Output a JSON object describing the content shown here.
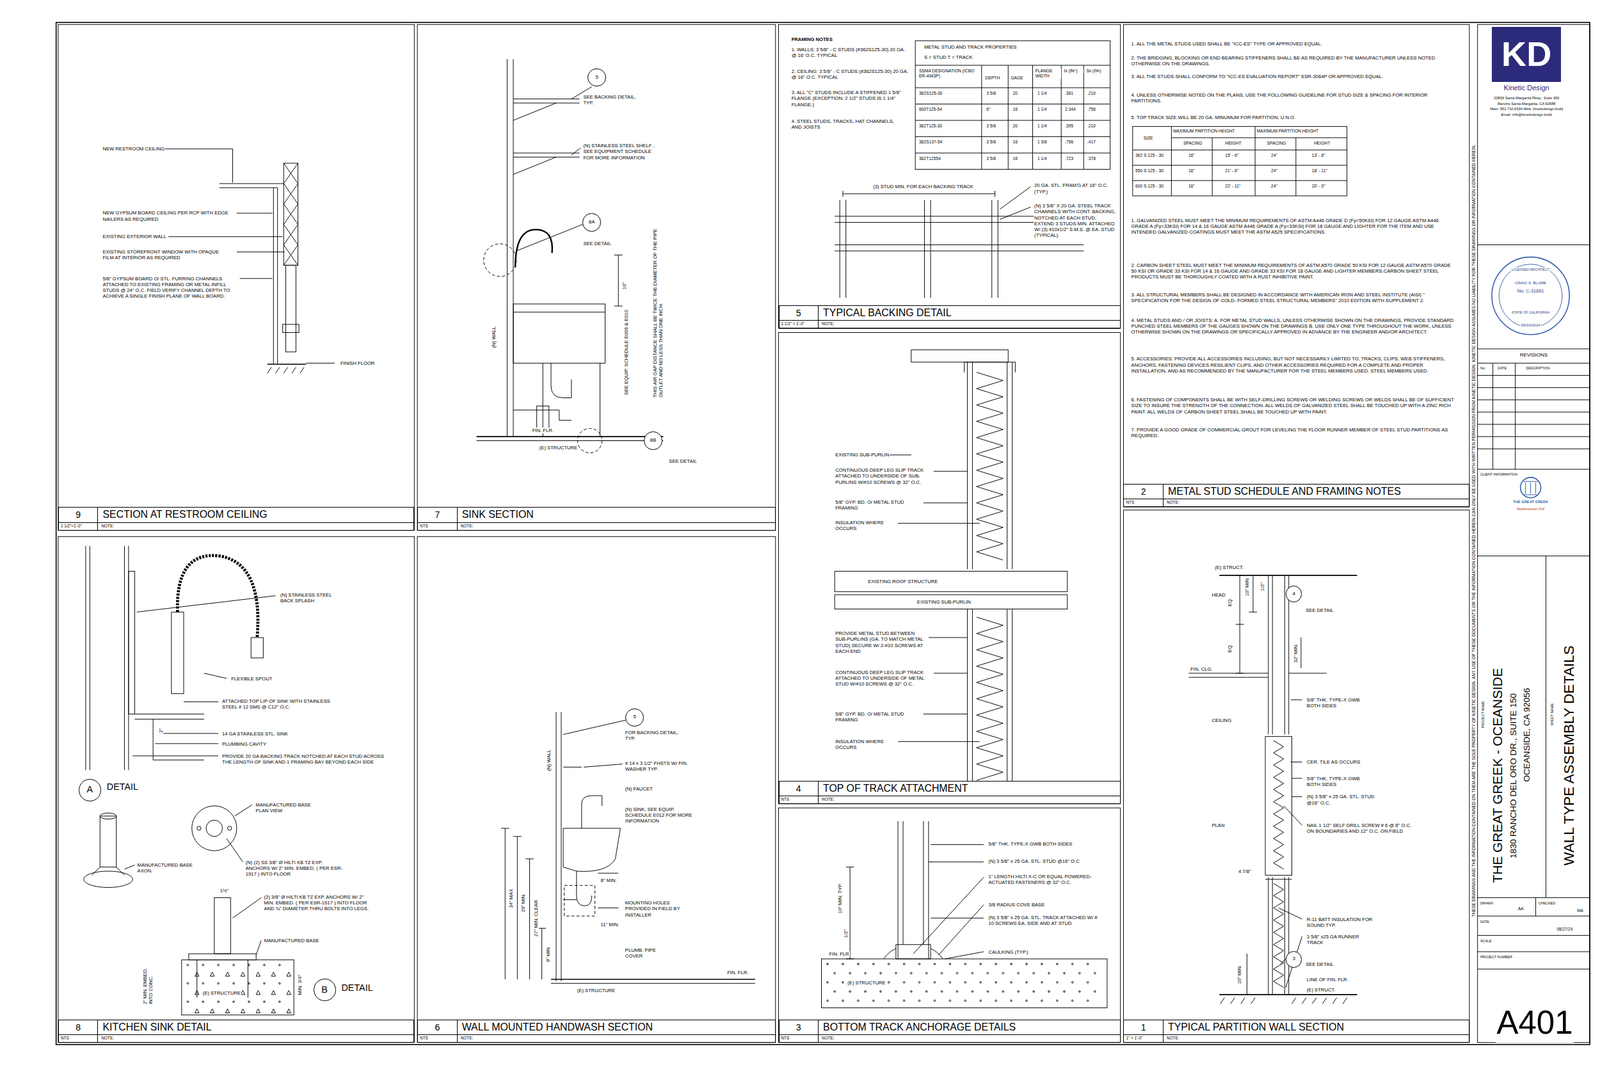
{
  "diagram": {
    "nodes": [
      {
        "text": [
          "9",
          "SECTION AT RESTROOM CEILING",
          "1 1/2\"=1'-0\"",
          "NOTE:"
        ]
      },
      {
        "text": [
          "7",
          "SINK SECTION",
          "NTS",
          "NOTE:"
        ]
      },
      {
        "text": [
          "5",
          "TYPICAL BACKING DETAIL",
          "1 1/2\" = 1'-0\"",
          "NOTE:"
        ]
      },
      {
        "text": [
          "2",
          "METAL STUD SCHEDULE AND FRAMING NOTES",
          "NTS",
          "NOTE:"
        ]
      },
      {
        "text": [
          "4",
          "TOP OF TRACK ATTACHMENT",
          "NTS",
          "NOTE:"
        ]
      },
      {
        "text": [
          "8",
          "KITCHEN SINK DETAIL",
          "NTS",
          "NOTE:"
        ]
      },
      {
        "text": [
          "6",
          "WALL MOUNTED HANDWASH SECTION",
          "NTS",
          "NOTE:"
        ]
      },
      {
        "text": [
          "3",
          "BOTTOM TRACK ANCHORAGE DETAILS",
          "NTS",
          "NOTE:"
        ]
      },
      {
        "text": [
          "1",
          "TYPICAL PARTITION WALL SECTION",
          "1\" = 1'-0\"",
          "NOTE:"
        ]
      },
      {
        "text": [
          "5"
        ]
      },
      {
        "text": [
          "8A"
        ]
      },
      {
        "text": [
          "8B"
        ]
      },
      {
        "text": [
          "A"
        ]
      },
      {
        "text": [
          "B"
        ]
      },
      {
        "text": [
          "5"
        ]
      },
      {
        "text": [
          "4"
        ]
      },
      {
        "text": [
          "3"
        ]
      },
      {
        "text": [
          "KD"
        ]
      }
    ],
    "labels": [
      "NEW RESTROOM CEILING",
      "NEW GYPSUM BOARD CEILING PER RCP WITH EDGE NAILERS AS REQUIRED",
      "EXISTING EXTERIOR WALL",
      "EXISTING STOREFRONT WINDOW WITH OPAQUE FILM AT INTERIOR AS REQUIRED",
      "5/8\" GYPSUM BOARD O/ STL. FURRING CHANNELS ATTACHED TO EXISTING FRAMING OR METAL INFILL STUDS @ 24\" O.C. FIELD VERIFY CHANNEL DEPTH TO ACHIEVE A SINGLE FINISH PLANE OF WALL BOARD.",
      "FINISH FLOOR",
      "SEE BACKING DETAIL, TYP.",
      "(N) STAINLESS STEEL SHELF , SEE EQUIPMENT SCHEDULE FOR MORE INFORMATION",
      "SEE DETAIL",
      "(N) WALL",
      "10\"",
      "SEE EQUIP. SCHEDULE E009 & E010",
      "THIS AIR GAP DISTANCE SHALL BE TWICE THE DIAMETER OF THE PIPE OUTLET AND NO LESS THAN ONE INCH.",
      "FIN. FLR.",
      "(E) STRUCTURE",
      "SEE DETAIL",
      "FRAMING NOTES",
      "1. WALLS: 3 5/8\" - C STUDS (#362S125-30) 20 GA. @ 16' O.C. TYPICAL",
      "2. CEILING: 3 5/8\" - C STUDS (#362S125-30) 20 GA. @ 16\" O.C. TYPICAL",
      "3. ALL \"C\" STUDS INCLUDE A STIFFENED 1 5/8\" FLANGE (EXCEPTION: 2 1/2\" STUDS IS 1 1/4\" FLANGE.)",
      "4. STEEL STUDS, TRACKS, HAT CHANNELS, AND JOISTS",
      "METAL STUD AND TRACK PROPERTIES",
      "S = STUD T = TRACK",
      "SSMA DESIGNATION (ICBO ER-4943P)",
      "DEPTH",
      "GAGE",
      "FLANGE WIDTH",
      "Ix (IN⁴)",
      "Sx (IN³)",
      "362S125-30",
      "3 5/8",
      "20",
      "1 1/4",
      ".381",
      ".210",
      "600T125-54",
      "6\"",
      "16",
      "1 1/4",
      "2.344",
      ".756",
      "362T125-30",
      "3 5/8",
      "20",
      "1 1/4",
      ".395",
      ".210",
      "362S137-54",
      "3 5/8",
      "16",
      "1 3/8",
      ".756",
      ".417",
      "362T12554",
      "3 5/8",
      "16",
      "1 1/4",
      ".723",
      ".378",
      "(3) STUD MIN. FOR EACH BACKING TRACK",
      "20 GA. STL. FRAM'G AT 16\" O.C. (TYP.)",
      "(N) 3 5/8\" X 20 GA. STEEL TRACK CHANNELS WITH CONT. BACKING, NOTCHED AT EACH STUD, EXTEND 3 STUDS MIN. ATTACHED W/ (3) #10x1/2\" S.M.S. @ EA. STUD (TYPICAL).",
      "EXISTING SUB-PURLIN",
      "CONTINUOUS DEEP LEG SLIP TRACK ATTACHED TO UNDERSIDE OF SUB-PURLINS W/#10 SCREWS @ 32\" O.C.",
      "5/8\" GYP. BD. O/ METAL STUD FRAMING",
      "INSULATION WHERE OCCURS",
      "EXISTING ROOF STRUCTURE",
      "EXISTING SUB-PURLIN",
      "PROVIDE METAL STUD BETWEEN SUB-PURLINS (GA. TO MATCH METAL STUD) SECURE W/ 2-#10 SCREWS AT EACH END",
      "CONTINUOUS DEEP LEG SLIP TRACK ATTACHED TO UNDERSIDE OF METAL STUD W/#10 SCREWS @ 32\" O.C.",
      "5/8\" GYP. BD. O/ METAL STUD FRAMING",
      "INSULATION WHERE OCCURS",
      "5/8\" THK. TYPE-X GWB BOTH SIDES",
      "(N) 3 5/8\" x 25 GA. STL. STUD @16\" O.C",
      "1\" LENGTH HILTI X-C OR EQUAL POWERED-ACTUATED FASTENERS @ 32\" O.C.",
      "3/8 RADIUS COVE BASE",
      "(N) 3 5/8\" x 25 GA. STL. TRACK ATTACHED W/ # 10 SCREWS EA. SIDE AND AT STUD",
      "CAULKING (TYP.)",
      "10\" MIN. TYP.",
      "1/2\"",
      "FIN. FLR",
      "(E) STRUCTURE",
      "1. ALL THE METAL STUDS USED SHALL BE \"ICC-ES\" TYPE OR APPROVED EQUAL.",
      "2. THE BRIDGING, BLOCKING OR END BEARING STIFFENERS SHALL BE AS REQUIRED BY THE MANUFACTURER UNLESS NOTED OTHERWISE ON THE DRAWINGS.",
      "3. ALL THE STUDS SHALL CONFORM TO \"ICC-ES EVALUATION REPORT\" ESR-3064P OR APPROVED EQUAL.",
      "4. UNLESS OTHERWISE NOTED ON THE PLANS, USE THE FOLLOWING GUIDELINE FOR STUD SIZE & SPACING FOR INTERIOR PARTITIONS.",
      "5. TOP TRACK SIZE WILL BE 20 GA. MINUMUM FOR PARTITION, U.N.O.",
      "SIZE",
      "MAXIMUM PARTITION HEIGHT",
      "MAXIMUM PARTITION HEIGHT",
      "SPACING",
      "HEIGHT",
      "SPACING",
      "HEIGHT",
      "362 S 125 - 30",
      "16\"",
      "15' - 6\"",
      "24\"",
      "13' - 6\"",
      "550 S 125 - 30",
      "16\"",
      "21' - 6\"",
      "24\"",
      "18' - 11\"",
      "600 S 125 - 30",
      "16\"",
      "22' - 11\"",
      "24\"",
      "20' - 0\"",
      "1. GALVANIZED STEEL MUST MEET THE MINIMUM REQUIREMENTS OF ASTM A446 GRADE D (Fy=50KSI) FOR 12 GAUGE ASTM A446 GRADE A (Fy=33KSI) FOR 14 & 16 GAUGE ASTM A446 GRADE A (Fy=33KSI) FOR 18 GAUGE AND LIGHTER FOR THE ITEM AND USE INTENDED GALVANIZED COATINGS MUST MEET THE ASTM A525 SPECIFICATIONS.",
      "2. CARBON SHEET STEEL MUST MEET THE MINIMUM REQUIREMENTS OF ASTM A570 GRADE 50 KSI FOR 12 GAUGE,ASTM A570 GRADE 50 KSI OR GRADE 33 KSI FOR 14 & 16 GAUGE AND GRADE 33 KSI FOR 18 GAUGE AND LIGHTER MEMBERS.CARBON SHEET STEEL PRODUCTS MUST BE THOROUGHLY COATED WITH A RUST INHIBITIVE PAINT.",
      "3. ALL STRUCTURAL MEMBERS SHALL BE DESIGNED IN ACCORDANCE WITH AMERICAN IRON AND STEEL INSTITUTE (AISI) \" SPECIFICATION FOR THE DESIGN OF COLD- FORMED STEEL STRUCTURAL MEMBERS\" 2010 EDITION WITH SUPPLEMENT 2.",
      "4. METAL STUDS AND / OR JOISTS: A. FOR METAL STUD WALLS, UNLESS OTHERWISE SHOWN ON THE DRAWINGS, PROVIDE STANDARD PUNCHED STEEL MEMBERS OF THE GAUGES SHOWN ON THE DRAWINGS B. USE ONLY ONE TYPE THROUGHOUT THE WORK, UNLESS OTHERWISE SHOWN ON THE DRAWINGS OR SPECIFICALLY APPROVED IN ADVANCE BY THE ENGINEER AND/OR ARCHITECT.",
      "5. ACCESSORIES: PROVIDE ALL ACCESSORIES INCLUDING, BUT NOT NECESSARILY LIMITED TO, TRACKS, CLIPS, WEB STIFFENERS, ANCHORS, FASTENING DEVICES RESILIENT CLIPS, AND OTHER ACCESSORIES REQUIRED FOR A COMPLETE AND PROPER INSTALLATION, AND AS RECOMMENDED BY THE MANUFACTURER FOR THE STEEL MEMBERS USED. STEEL MEMBERS USED.",
      "6. FASTENING OF COMPONENTS SHALL BE WITH SELF-DRILLING SCREWS OR WELDING SCREWS OR WELDS SHALL BE OF SUFFICIENT SIZE TO INSURE THE STRENGTH OF THE CONNECTION. ALL WELDS OF GALVANIZED STEEL SHALL BE TOUCHED UP WITH A ZINC RICH PAINT. ALL WELDS OF CARBON SHEET STEEL SHALL BE TOUCHED UP WITH PAINT.",
      "7. PROVIDE A GOOD GRADE OF COMMERCIAL GROUT FOR LEVELING THE FLOOR RUNNER MEMBER OF STEEL STUD PARTITIONS AS REQUIRED.",
      "(E) STRUCT.",
      "HEAD",
      "EQ.",
      "10\" MIN.",
      "1/2\"",
      "SEE DETAIL",
      "EQ.",
      "32\" MIN.",
      "FIN. CLG.",
      "5/8\" THK. TYPE-X GWB BOTH SIDES",
      "CEILING",
      "CER. TILE AS OCCURS",
      "5/8\" THK. TYPE-X GWB BOTH SIDES",
      "(N) 3 5/8\" x 25 GA. STL. STUD @16\" O.C.",
      "PLAN",
      "NAIL 1 1/2\" SELF DRILL SCREW # 6 @ 8\" O.C. ON BOUNDARIES AND 12\" O.C. ON FIELD",
      "4 7/8\"",
      "R-11 BATT INSULATION FOR SOUND TYP.",
      "3 5/8\" x25 GA RUNNER TRACK",
      "SEE DETAIL",
      "10\" MIN.",
      "LINE OF FIN. FLR.",
      "(E) STRUCT.",
      "BASE",
      "(N) STAINLESS STEEL BACK SPLASH",
      "FLEXIBLE SPOUT",
      "ATTACHED TOP LIP OF SINK WITH STAINLESS STEEL # 12 SMS @ C12\" O.C.",
      "2\"",
      "14 GA STAINLESS STL. SINK",
      "PLUMBING CAVITY",
      "PROVIDE 20 GA BACKING TRACK NOTCHED AT EACH STUD ACROSS THE LENGTH OF SINK AND 1 FRAMING BAY BEYOND EACH SIDE",
      "DETAIL",
      "MANUFACTURED BASE PLAN VIEW",
      "MANUFACTURED BASE AXON.",
      "(N) (2) SS 3/8\" Ø HILTI KB TZ EXP. ANCHORS W/ 2\" MIN. EMBED. ( PER ESR-1917 ) INTO FLOOR",
      "1½\"",
      "(2) 3/8\" Ø HILTI KB TZ EXP. ANCHORS W/ 2\" MIN. EMBED. ( PER ESR-1917 ) INTO FLOOR AND ¾\" DIAMETER THRU BOLTS INTO LEGS.",
      "MANUFACTURED BASE",
      "2\" MIN. EMBED. INTO CONC.",
      "(E) STRUCTURE",
      "MIN. 3/4\"",
      "DETAIL",
      "(N) WALL",
      "FOR BACKING DETAIL, TYP.",
      "# 14 x 3 1/2\" FHSTS W/ FIN. WASHER TYP.",
      "(N) FAUCET",
      "(N) SINK, SEE EQUIP. SCHEDULE E012 FOR MORE INFORMATION",
      "8\" MIN.",
      "MOUNTING HOLES PROVIDED IN FIELD BY INSTALLER",
      "11\" MIN.",
      "PLUMB. PIPE COVER",
      "34\" MAX",
      "29\" MIN.",
      "27\" MIN. CLEAR",
      "9\" MIN.",
      "FIN. FLR.",
      "(E) STRUCTURE",
      "THESE DRAWINGS AND THE INFORMATION CONTAINED ON THEM ARE THE SOLE PROPERTY OF KINETIC DESIGN. ANY USE OF THESE DOCUMENTS OR THE INFORMATION CONTAINED HEREIN CAN ONLY BE USED WITH WRITTEN PERMISSION FROM KINETIC DESIGN. KINETIC DESIGN ASSUMES NO LIABILITY FOR THESE DRAWINGS OR INFORMATION CONTAINED HEREIN.",
      "Kinetic Design",
      "20833 Santa Margarita Pkwy., Suite 300",
      "Rancho Santa Margarita, CA 92688",
      "Main. 951.710.6334 Web. kineticdesign.build",
      "Email. info@kineticdesign.build",
      "LICENSED ARCHITECT",
      "CRAIG S. BLUME",
      "No. C-31661",
      "STATE OF CALIFORNIA",
      "09/03/2024",
      "REVISIONS",
      "No.",
      "DATE",
      "DESCRIPTION",
      "CLIENT INFORMATION",
      "THE GREAT GREEK",
      "Mediterranean Grill",
      "PROJECT NAME",
      "THE GREAT GREEK - OCEANSIDE",
      "1830 RANCHO DEL ORO DR., SUITE 150",
      "OCEANSIDE, CA 92056",
      "SHEET NAME",
      "WALL TYPE ASSEMBLY DETAILS",
      "DRAWN",
      "AA",
      "CHECKED",
      "MA",
      "DATE",
      "08/27/24",
      "SCALE",
      "PROJECT NUMBER",
      "A401"
    ]
  }
}
